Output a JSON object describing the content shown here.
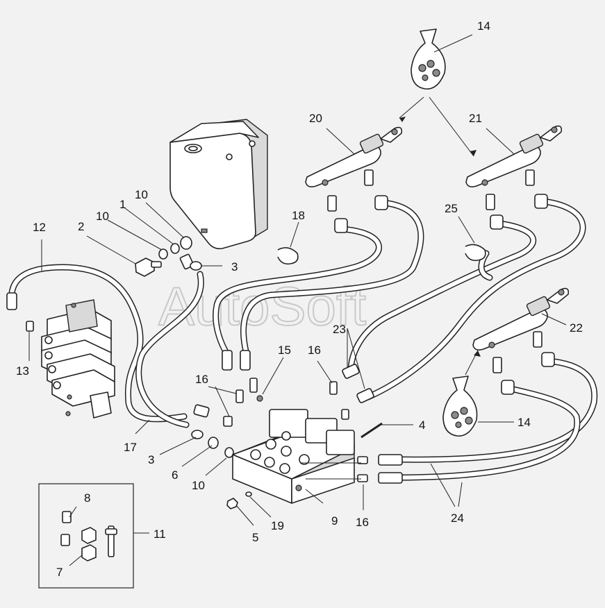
{
  "watermark": "AutoSoft",
  "labels": {
    "l1": "1",
    "l2": "2",
    "l3a": "3",
    "l3b": "3",
    "l4": "4",
    "l5": "5",
    "l6": "6",
    "l7": "7",
    "l8": "8",
    "l9": "9",
    "l10a": "10",
    "l10b": "10",
    "l10c": "10",
    "l11": "11",
    "l12": "12",
    "l13": "13",
    "l14a": "14",
    "l14b": "14",
    "l15": "15",
    "l16a": "16",
    "l16b": "16",
    "l16c": "16",
    "l17": "17",
    "l18": "18",
    "l19": "19",
    "l20": "20",
    "l21": "21",
    "l22": "22",
    "l23": "23",
    "l24": "24",
    "l25": "25"
  }
}
